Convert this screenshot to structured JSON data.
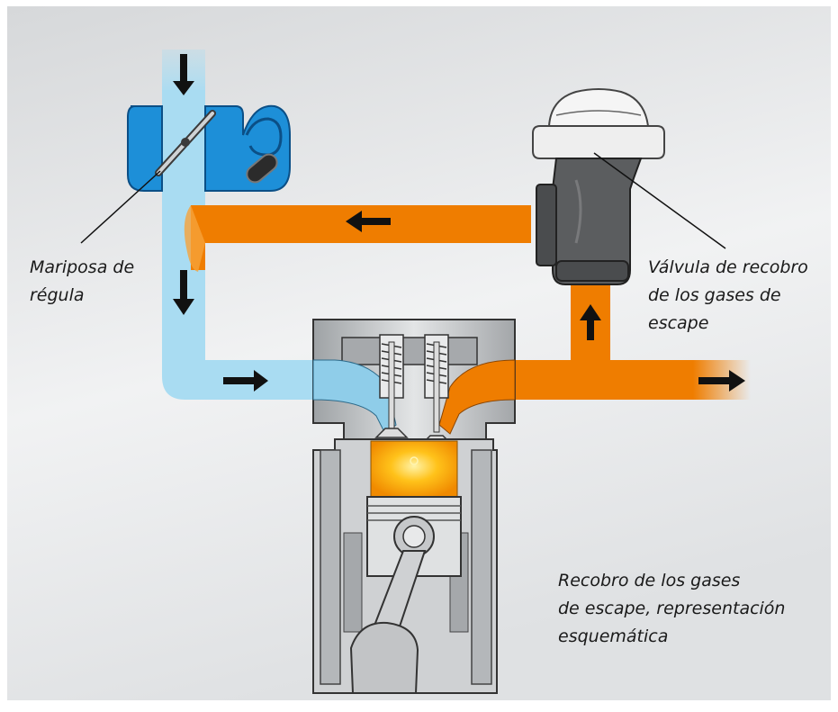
{
  "labels": {
    "throttle": {
      "lines": [
        "Mariposa de",
        "régula"
      ]
    },
    "egr_valve": {
      "lines": [
        "Válvula de recobro",
        "de los gases de",
        "escape"
      ]
    },
    "caption": {
      "lines": [
        "Recobro de los gases",
        "de escape, representación",
        "esquemática"
      ]
    }
  },
  "colors": {
    "intake_air": "#a9dcf2",
    "exhaust_gas": "#ef7d00",
    "throttle_body": "#1d8fd8",
    "engine_block": "#b9bcbf",
    "egr_valve_body": "#5b5d5f",
    "combustion": "#ffb400",
    "background_top": "#d7d9db",
    "frame": "#ffffff"
  }
}
